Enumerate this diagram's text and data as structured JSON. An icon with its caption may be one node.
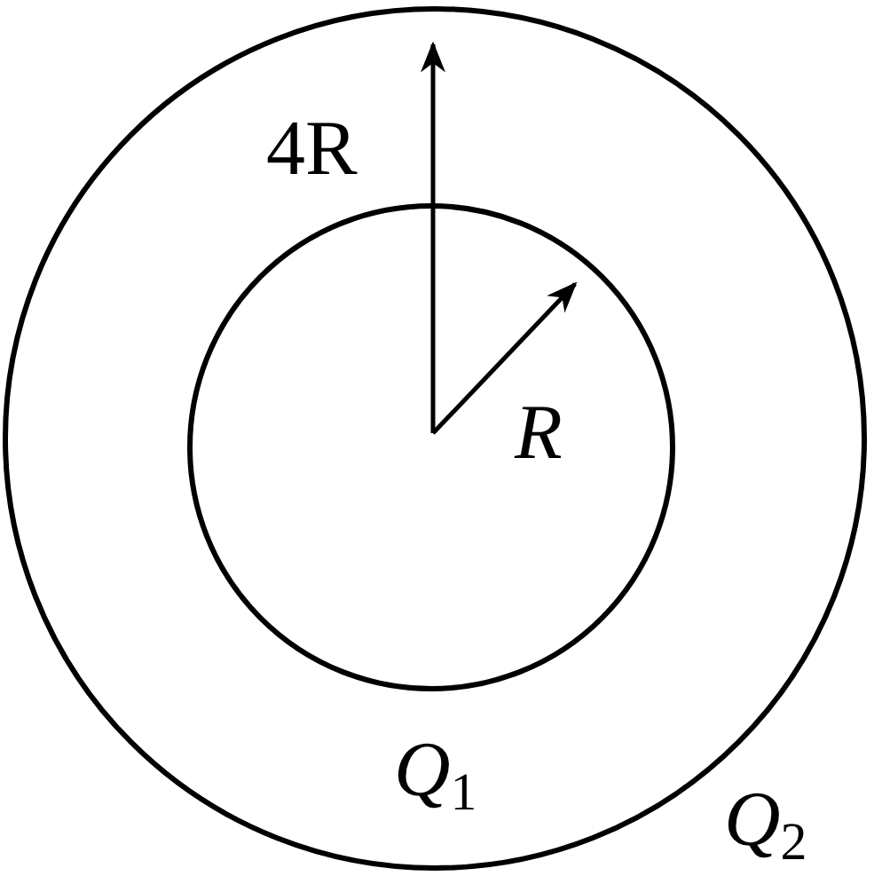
{
  "diagram": {
    "labels": [
      "4R",
      "R",
      "*Q*$_{1}$",
      "*Q*$_{2}$"
    ]
  }
}
